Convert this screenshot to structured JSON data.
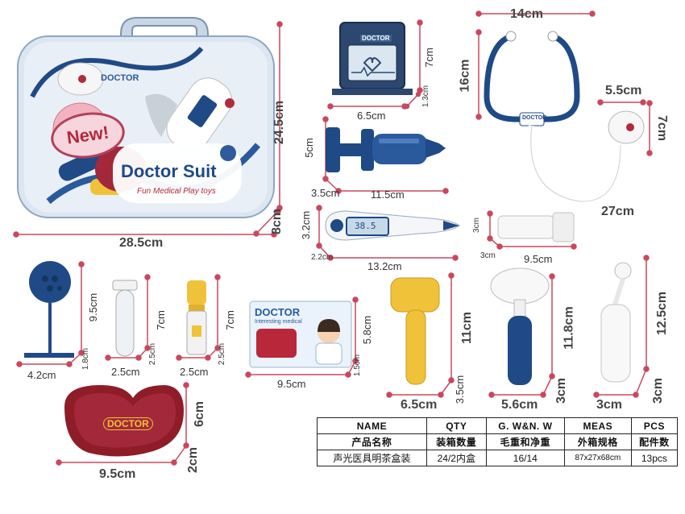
{
  "dimensions": {
    "case_width": "28.5cm",
    "case_height": "24.5cm",
    "case_depth": "8cm",
    "monitor_width": "6.5cm",
    "monitor_height": "7cm",
    "monitor_depth": "1.3cm",
    "syringe_length": "11.5cm",
    "syringe_height": "5cm",
    "syringe_depth": "3.5cm",
    "thermometer_length": "13.2cm",
    "thermometer_height": "3.2cm",
    "thermometer_depth": "2.2cm",
    "stetho_width": "14cm",
    "stetho_height": "16cm",
    "stetho_length": "27cm",
    "chestpiece_width": "5.5cm",
    "chestpiece_height": "7cm",
    "flashlight_length": "9.5cm",
    "flashlight_height": "3cm",
    "flashlight_depth": "3cm",
    "mirror_height": "9.5cm",
    "mirror_width": "4.2cm",
    "mirror_depth": "1.8cm",
    "tube_height": "7cm",
    "tube_width": "2.5cm",
    "tube_depth": "2.5cm",
    "bottle_height": "7cm",
    "bottle_width": "2.5cm",
    "bottle_depth": "2.5cm",
    "card_width": "9.5cm",
    "card_height": "5.8cm",
    "card_depth": "1.5cm",
    "hammer_height": "11cm",
    "hammer_width": "6.5cm",
    "hammer_depth": "3.5cm",
    "otoscope_height": "11.8cm",
    "otoscope_width": "5.6cm",
    "otoscope_depth": "3cm",
    "dental_height": "12.5cm",
    "dental_width": "3cm",
    "dental_depth": "3cm",
    "tray_width": "9.5cm",
    "tray_height": "6cm",
    "tray_depth": "2cm"
  },
  "case_labels": {
    "new_badge": "New!",
    "brand_small": "DOCTOR",
    "brand_title": "Doctor Suit",
    "brand_subtitle": "Fun Medical Play toys"
  },
  "item_labels": {
    "monitor_logo": "DOCTOR",
    "stetho_logo": "DOCTOR",
    "thermo_display": "38.5",
    "card_title": "DOCTOR",
    "card_subtitle": "Interesting medical",
    "tray_logo": "DOCTOR"
  },
  "spec_table": {
    "headers": [
      "NAME",
      "QTY",
      "G. W&N. W",
      "MEAS",
      "PCS"
    ],
    "headers_cn": [
      "产品名称",
      "装箱数量",
      "毛重和净重",
      "外箱规格",
      "配件数"
    ],
    "row": [
      "声光医具明茶盒装",
      "24/2内盒",
      "16/14",
      "87x27x68cm",
      "13pcs"
    ]
  },
  "colors": {
    "accent_line": "#c8485f",
    "navy": "#1f4a86",
    "yellow": "#f0c23a",
    "maroon": "#8e1d28"
  }
}
